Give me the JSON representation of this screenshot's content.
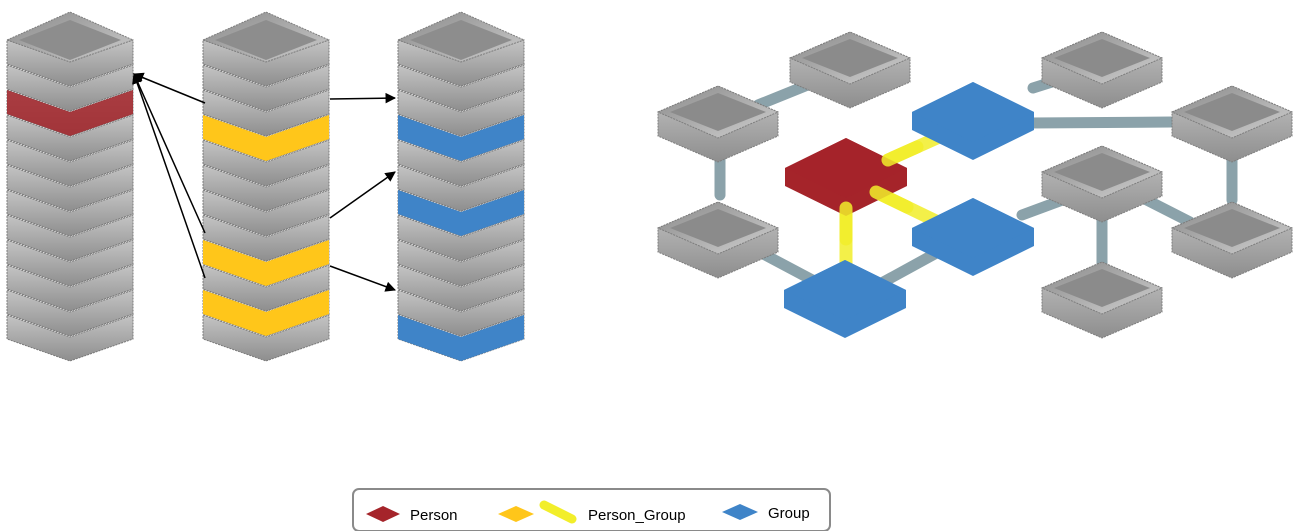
{
  "colors": {
    "person": "#a5242a",
    "person_group": "#ffc61a",
    "person_group_link": "#f2ee2a",
    "group": "#3f84c8",
    "table_gray": "#9a9a9a",
    "edge_gray": "#7f99a1",
    "arrow": "#000000"
  },
  "icons": {
    "legend_person": "red-rhombus-icon",
    "legend_person_group": "yellow-rhombus-and-yellow-bar-icon",
    "legend_group": "blue-rhombus-icon"
  },
  "legend": {
    "person_label": "Person",
    "person_group_label": "Person_Group",
    "group_label": "Group"
  }
}
